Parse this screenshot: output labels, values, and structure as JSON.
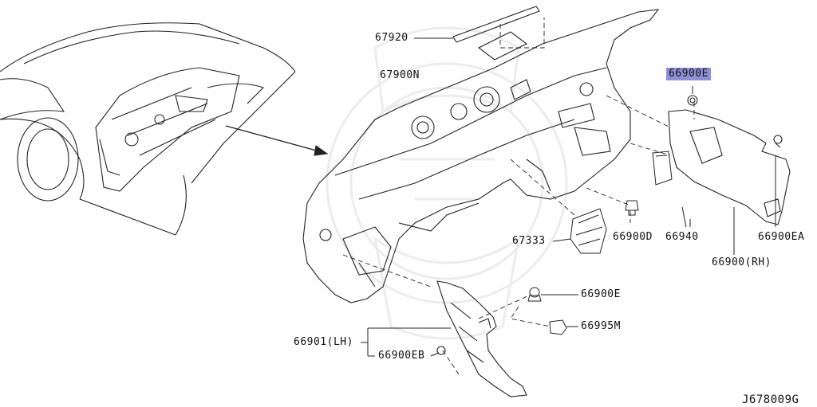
{
  "parts": {
    "p67920": "67920",
    "p67900N": "67900N",
    "p66900E_top": "66900E",
    "p67333": "67333",
    "p66900D": "66900D",
    "p66940": "66940",
    "p66900EA": "66900EA",
    "p66900RH": "66900(RH)",
    "p66900E_mid": "66900E",
    "p66995M": "66995M",
    "p66901LH": "66901(LH)",
    "p66900EB": "66900EB"
  },
  "highlight_color": "#8f8fd8",
  "diagram_code": "J678009G"
}
